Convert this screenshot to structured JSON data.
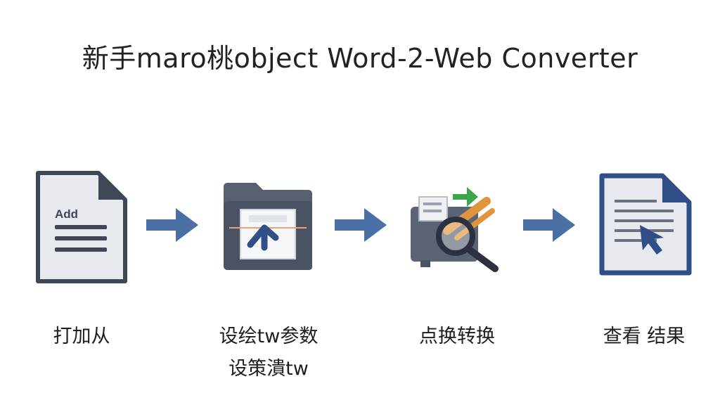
{
  "title": "新手maro桃object Word-2-Web Converter",
  "steps": [
    {
      "icon": "document-add-icon",
      "icon_text": "Add",
      "label_lines": [
        "打加从"
      ]
    },
    {
      "icon": "folder-upload-icon",
      "label_lines": [
        "设绘tw参数",
        "设策潰tw"
      ]
    },
    {
      "icon": "folder-search-convert-icon",
      "label_lines": [
        "点换转换"
      ]
    },
    {
      "icon": "document-view-result-icon",
      "label_lines": [
        "查看 结果"
      ]
    }
  ],
  "colors": {
    "icon_dark": "#3f4757",
    "icon_blue": "#2f4f86",
    "icon_fill": "#e6e9ee",
    "arrow_blue": "#4a6fa5",
    "accent_orange": "#e0953c",
    "accent_green": "#3aa84a"
  }
}
